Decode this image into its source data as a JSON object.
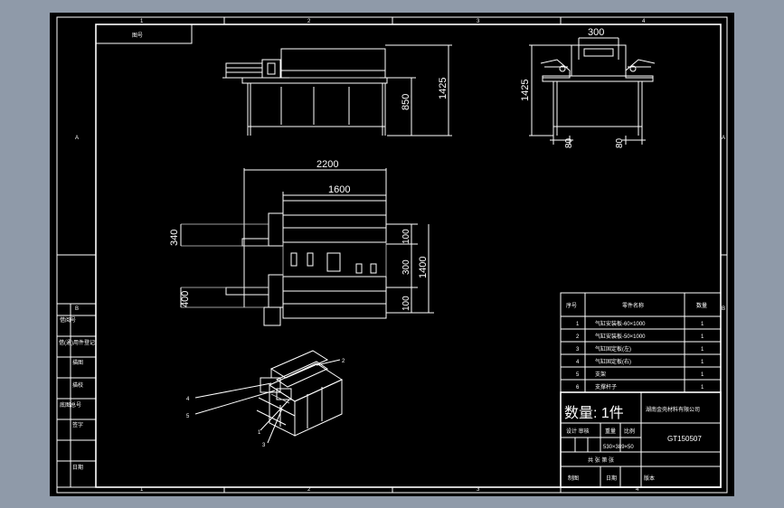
{
  "frame": {
    "top_zones": [
      "1",
      "2",
      "3",
      "4"
    ],
    "bottom_zones": [
      "1",
      "2",
      "3",
      "4"
    ],
    "left_zones": [
      "A",
      "B"
    ],
    "right_zones": [
      "A",
      "B"
    ]
  },
  "drawing_no_box": "图号",
  "side_labels": [
    "借(通)用件登记",
    "描图",
    "描校",
    "底图总号",
    "签字",
    "日期"
  ],
  "side_label_top": "借阅号",
  "dims": {
    "front_height": "1425",
    "front_base": "850",
    "side_width": "300",
    "side_height": "1425",
    "side_left": "80",
    "side_right": "80",
    "top_total": "2200",
    "top_inner": "1600",
    "top_left_a": "340",
    "top_left_b": "400",
    "top_r1": "100",
    "top_r2": "300",
    "top_r3": "100",
    "top_total_h": "1400"
  },
  "iso_callouts": [
    "1",
    "2",
    "3",
    "4",
    "5"
  ],
  "bom": {
    "headers": [
      "序号",
      "零件名称",
      "数量"
    ],
    "rows": [
      [
        "1",
        "气缸安装板-60×1000",
        "1"
      ],
      [
        "2",
        "气缸安装板-50×1000",
        "1"
      ],
      [
        "3",
        "气缸固定板(左)",
        "1"
      ],
      [
        "4",
        "气缸固定板(右)",
        "1"
      ],
      [
        "5",
        "支架",
        "1"
      ],
      [
        "6",
        "支撑杆子",
        "1"
      ]
    ]
  },
  "title_block": {
    "quantity": "数量: 1件",
    "company": "湖南金壳材料有限公司",
    "row_labels": "设计 审核",
    "weight_label": "重量",
    "scale_label": "比例",
    "size": "530×389×50",
    "drawing_no": "GT150507",
    "sheet": "共 张 第 张",
    "bottom_left": "制图",
    "bottom_mid": "日期",
    "bottom_right": "版本"
  },
  "colors": {
    "background": "#8f9aa9",
    "canvas": "#000000",
    "lines": "#ffffff"
  }
}
